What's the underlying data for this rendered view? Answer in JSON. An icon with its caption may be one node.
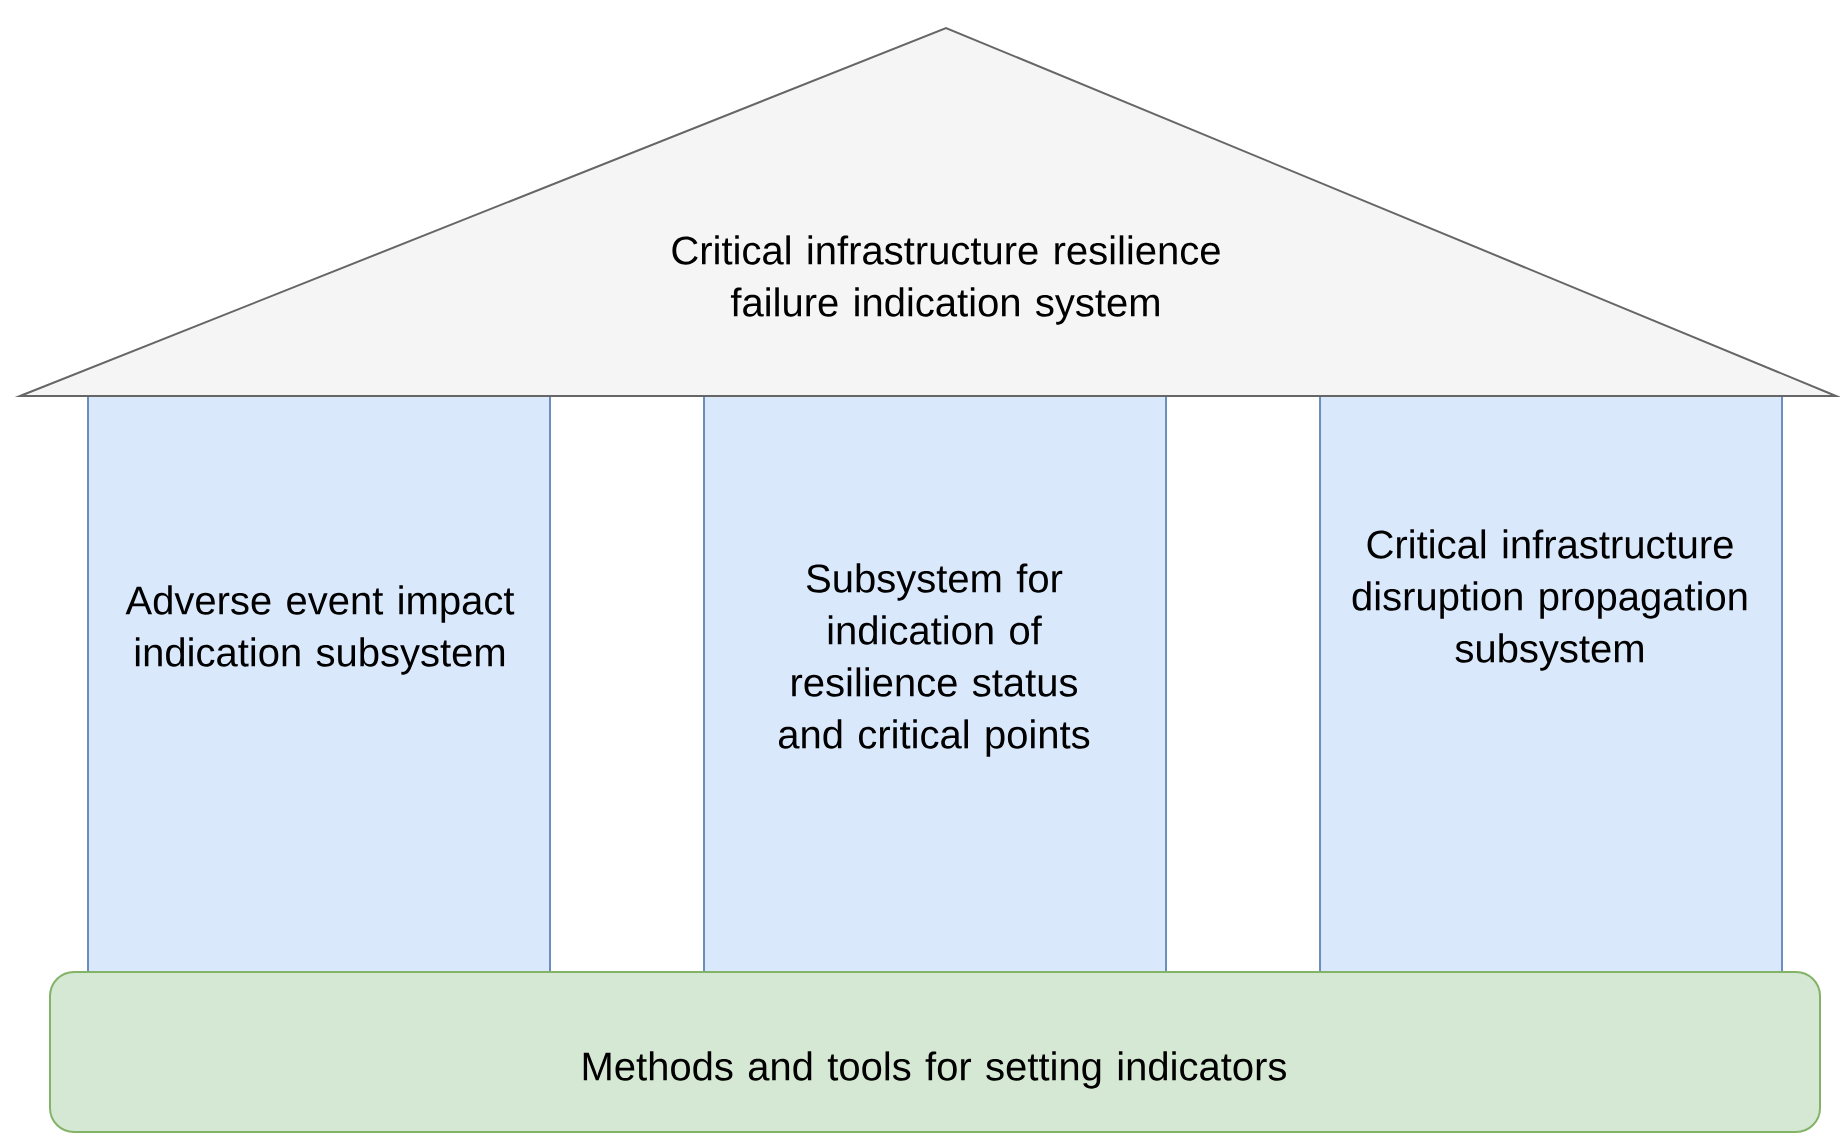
{
  "diagram": {
    "nodes": [
      {
        "text": [
          "Critical infrastructure resilience failure indication system"
        ]
      },
      {
        "text": [
          "Adverse event impact indication subsystem"
        ]
      },
      {
        "text": [
          "Subsystem for indication of resilience status and critical points"
        ]
      },
      {
        "text": [
          "Critical infrastructure disruption propagation subsystem"
        ]
      },
      {
        "text": [
          "Methods and tools for setting indicators"
        ]
      }
    ]
  }
}
